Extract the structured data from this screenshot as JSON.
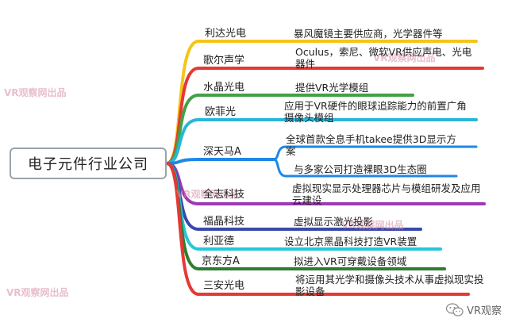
{
  "root": {
    "label": "电子元件行业公司"
  },
  "branches": [
    {
      "company": "利达光电",
      "color": "#f5c518",
      "desc": "暴风魔镜主要供应商，光学器件等"
    },
    {
      "company": "歌尔声学",
      "color": "#e53935",
      "desc": "Oculus，索尼、微软VR供应声电、光电器件"
    },
    {
      "company": "水晶光电",
      "color": "#43a047",
      "desc": "提供VR光学模组"
    },
    {
      "company": "欧菲光",
      "color": "#29b6d8",
      "desc": "应用于VR硬件的眼球追踪能力的前置广角摄像头模组"
    },
    {
      "company": "深天马A",
      "color": "#1e88e5",
      "descs": [
        "全球首款全息手机takee提供3D显示方案",
        "与多家公司打造裸眼3D生态圈"
      ]
    },
    {
      "company": "全志科技",
      "color": "#9c39b5",
      "desc": "虚拟现实显示处理器芯片与模组研发及应用云建设"
    },
    {
      "company": "福晶科技",
      "color": "#3949ab",
      "desc": "虚拟显示激光投影"
    },
    {
      "company": "利亚德",
      "color": "#26c6da",
      "desc": "设立北京黑晶科技打造VR装置"
    },
    {
      "company": "京东方A",
      "color": "#2e7d32",
      "desc": "拟进入VR可穿戴设备领域"
    },
    {
      "company": "三安光电",
      "color": "#e53935",
      "desc": "将运用其光学和摄像头技术从事虚拟现实投影设备"
    }
  ],
  "watermark": "VR观察网出品",
  "brand": {
    "label": "VR观察",
    "icon": "wechat-icon"
  }
}
